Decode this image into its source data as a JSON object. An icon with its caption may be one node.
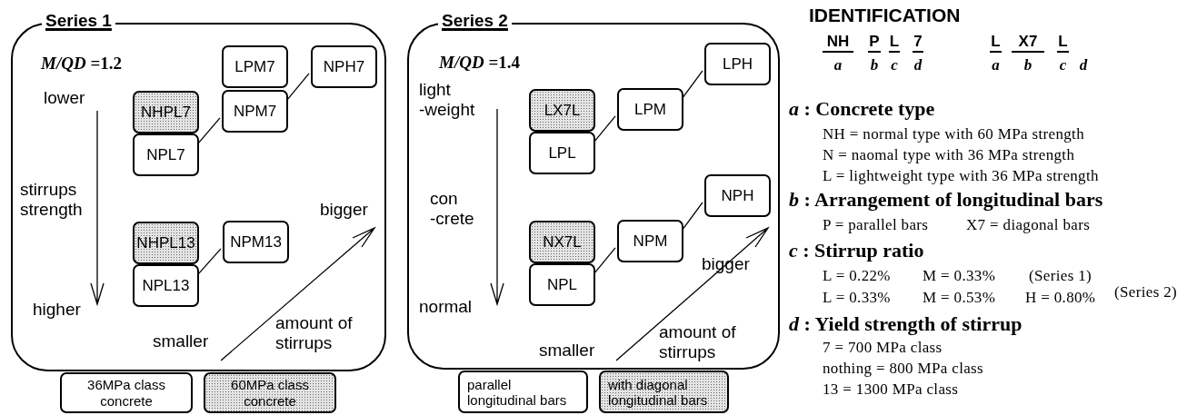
{
  "diagram": {
    "nodes": [
      {
        "text": [
          "Series 1"
        ]
      },
      {
        "text": [
          "LPM7"
        ],
        "in": 0
      },
      {
        "text": [
          "NPH7"
        ],
        "in": 0
      },
      {
        "text": [
          "NHPL7"
        ],
        "in": 0
      },
      {
        "text": [
          "NPM7"
        ],
        "in": 0
      },
      {
        "text": [
          "NPL7"
        ],
        "in": 0
      },
      {
        "text": [
          "NHPL13"
        ],
        "in": 0
      },
      {
        "text": [
          "NPM13"
        ],
        "in": 0
      },
      {
        "text": [
          "NPL13"
        ],
        "in": 0
      },
      {
        "text": [
          "36MPa class concrete"
        ]
      },
      {
        "text": [
          "60MPa class concrete"
        ]
      },
      {
        "text": [
          "Series 2"
        ]
      },
      {
        "text": [
          "LPH"
        ],
        "in": 11
      },
      {
        "text": [
          "LX7L"
        ],
        "in": 11
      },
      {
        "text": [
          "LPM"
        ],
        "in": 11
      },
      {
        "text": [
          "LPL"
        ],
        "in": 11
      },
      {
        "text": [
          "NPH"
        ],
        "in": 11
      },
      {
        "text": [
          "NX7L"
        ],
        "in": 11
      },
      {
        "text": [
          "NPM"
        ],
        "in": 11
      },
      {
        "text": [
          "NPL"
        ],
        "in": 11
      },
      {
        "text": [
          "parallel longitudinal bars"
        ]
      },
      {
        "text": [
          "with diagonal longitudinal bars"
        ]
      }
    ],
    "edges": [
      {
        "from": 5,
        "to": 4,
        "arrow": "none"
      },
      {
        "from": 4,
        "to": 2,
        "arrow": "none"
      },
      {
        "from": 8,
        "to": 7,
        "arrow": "none"
      },
      {
        "from": 15,
        "to": 14,
        "arrow": "none"
      },
      {
        "from": 14,
        "to": 12,
        "arrow": "none"
      },
      {
        "from": 19,
        "to": 18,
        "arrow": "none"
      },
      {
        "from": 18,
        "to": 16,
        "arrow": "none"
      }
    ],
    "labels": [
      "*M/QD* =1.2",
      "lower",
      "stirrups strength",
      "higher",
      "bigger",
      "amount of stirrups",
      "smaller",
      "*M/QD* =1.4",
      "light -weight",
      "con -crete",
      "normal",
      "bigger",
      "amount of stirrups",
      "smaller",
      "IDENTIFICATION",
      "NH",
      "P",
      "L",
      "7",
      "L",
      "X7",
      "L",
      "a",
      "b",
      "c",
      "d",
      "a",
      "b",
      "c",
      "d",
      "*a* : Concrete type",
      "NH = normal type with 60 MPa strength",
      "N = naomal type with 36 MPa strength",
      "L = lightweight type with 36 MPa strength",
      "*b* : Arrangement of longitudinal bars",
      "P = parallel bars",
      "X7 = diagonal bars",
      "*c* : Stirrup ratio",
      "L = 0.22%",
      "M = 0.33%",
      "(Series 1)",
      "L = 0.33%",
      "M = 0.53%",
      "H = 0.80%",
      "(Series 2)",
      "*d* : Yield strength of stirrup",
      "7 = 700 MPa class",
      "nothing = 800 MPa class",
      "13 = 1300 MPa class"
    ]
  }
}
